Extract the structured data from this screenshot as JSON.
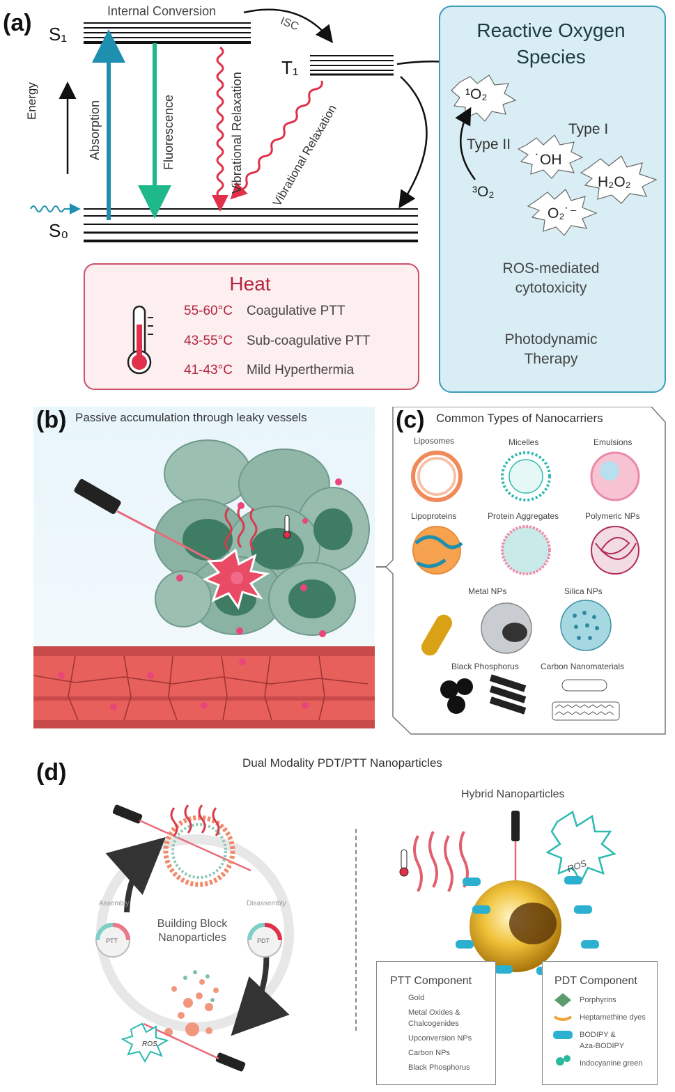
{
  "panel_a": {
    "label": "(a)",
    "s1": "S₁",
    "s0": "S₀",
    "t1": "T₁",
    "internal_conversion": "Internal Conversion",
    "isc": "ISC",
    "energy": "Energy",
    "absorption": "Absorption",
    "fluorescence": "Fluorescence",
    "vib_relax_1": "Vibrational Relaxation",
    "vib_relax_2": "Vibrational Relaxation",
    "ros": {
      "title_line1": "Reactive Oxygen",
      "title_line2": "Species",
      "singlet_o2": "¹O₂",
      "triplet_o2": "³O₂",
      "type_i": "Type I",
      "type_ii": "Type II",
      "oh": "˙OH",
      "h2o2": "H₂O₂",
      "superoxide": "O₂˙⁻",
      "mediated_line1": "ROS-mediated",
      "mediated_line2": "cytotoxicity",
      "pdt_line1": "Photodynamic",
      "pdt_line2": "Therapy"
    },
    "heat": {
      "title": "Heat",
      "rows": [
        {
          "temp": "55-60°C",
          "desc": "Coagulative PTT"
        },
        {
          "temp": "43-55°C",
          "desc": "Sub-coagulative PTT"
        },
        {
          "temp": "41-43°C",
          "desc": "Mild Hyperthermia"
        }
      ]
    }
  },
  "panel_b": {
    "label": "(b)",
    "title": "Passive accumulation through leaky vessels"
  },
  "panel_c": {
    "label": "(c)",
    "title": "Common Types of Nanocarriers",
    "items": [
      "Liposomes",
      "Micelles",
      "Emulsions",
      "Lipoproteins",
      "Protein Aggregates",
      "Polymeric NPs",
      "Metal NPs",
      "Silica NPs",
      "Black Phosphorus",
      "Carbon Nanomaterials"
    ]
  },
  "panel_d": {
    "label": "(d)",
    "title": "Dual Modality PDT/PTT Nanoparticles",
    "hybrid_title": "Hybrid Nanoparticles",
    "building_block_line1": "Building Block",
    "building_block_line2": "Nanoparticles",
    "assembly": "Assembly",
    "disassembly": "Disassembly",
    "ptt_dial": "PTT",
    "pdt_dial": "PDT",
    "ros_small": "ROS",
    "ros_large": "ROS",
    "ptt_component": {
      "title": "PTT Component",
      "items": [
        "Gold",
        "Metal Oxides &",
        "Chalcogenides",
        "Upconversion NPs",
        "Carbon NPs",
        "Black Phosphorus"
      ]
    },
    "pdt_component": {
      "title": "PDT Component",
      "items": [
        "Porphyrins",
        "Heptamethine dyes",
        "BODIPY &",
        "Aza-BODIPY",
        "Indocyanine green"
      ]
    }
  },
  "colors": {
    "absorption_arrow": "#1f8fb0",
    "fluorescence_arrow": "#1fb88a",
    "relaxation_wave": "#e0304a",
    "heat_red": "#b3253f",
    "ros_border": "#3c9bb8"
  }
}
